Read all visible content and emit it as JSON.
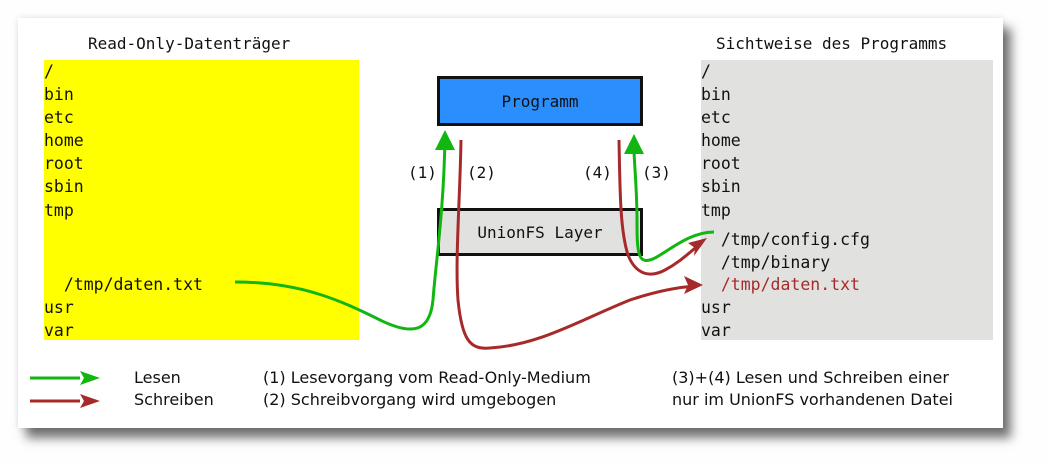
{
  "colors": {
    "read": "#11b611",
    "write": "#a72a2a",
    "readonly_bg": "#ffff00",
    "view_bg": "#e1e2df",
    "program_bg": "#2a8ffc",
    "union_bg": "#e1e2df",
    "highlight_file": "#a72a2a"
  },
  "left_panel": {
    "title": "Read-Only-Datenträger",
    "entries": [
      "/",
      "bin",
      "etc",
      "home",
      "root",
      "sbin",
      "tmp",
      "",
      "",
      "  /tmp/daten.txt",
      "usr",
      "var"
    ]
  },
  "right_panel": {
    "title": "Sichtweise des Programms",
    "entries": [
      "/",
      "bin",
      "etc",
      "home",
      "root",
      "sbin",
      "tmp",
      "  /tmp/config.cfg",
      "  /tmp/binary",
      "  /tmp/daten.txt",
      "usr",
      "var"
    ],
    "highlighted_entry": "  /tmp/daten.txt"
  },
  "center": {
    "program_label": "Programm",
    "union_label": "UnionFS Layer",
    "step_labels": [
      "(1)",
      "(2)",
      "(4)",
      "(3)"
    ]
  },
  "legend": {
    "read_label": "Lesen",
    "write_label": "Schreiben",
    "step1": "(1) Lesevorgang vom Read-Only-Medium",
    "step2": "(2) Schreibvorgang wird umgebogen",
    "step34_line1": "(3)+(4) Lesen und Schreiben einer",
    "step34_line2": "nur im UnionFS vorhandenen Datei"
  }
}
